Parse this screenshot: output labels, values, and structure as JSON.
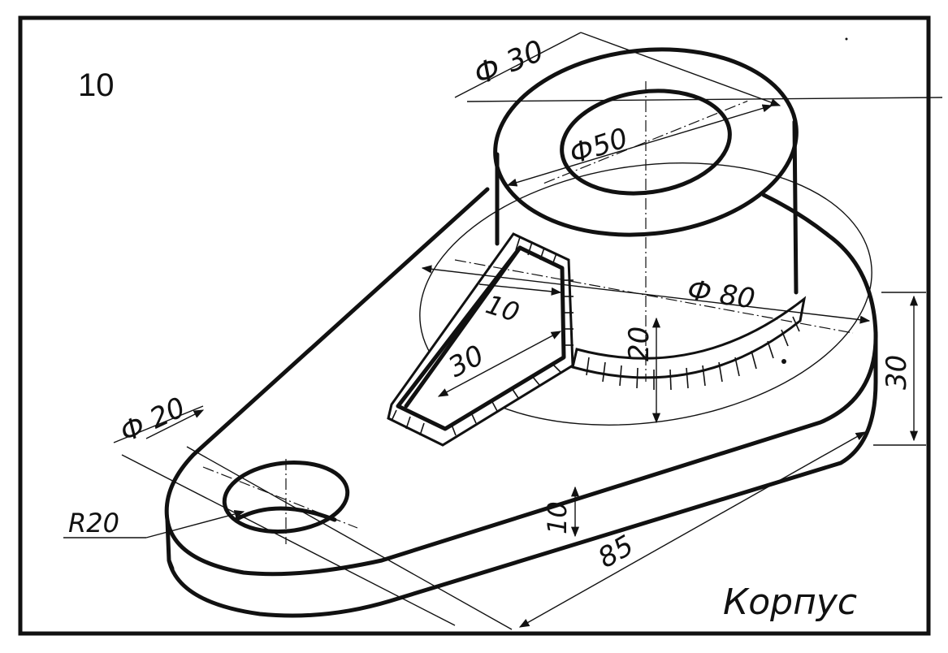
{
  "figure": {
    "number": "10",
    "caption": "Корпус"
  },
  "dimensions": {
    "top_inner_diameter": "Ф 30",
    "top_outer_diameter": "Ф50",
    "base_circle_diameter": "Ф 80",
    "rib_thickness": "10",
    "rib_length": "30",
    "weld_height": "20",
    "base_total_height": "30",
    "plate_thickness": "10",
    "plate_length": "85",
    "hole_diameter": "Ф 20",
    "end_radius": "R20"
  }
}
